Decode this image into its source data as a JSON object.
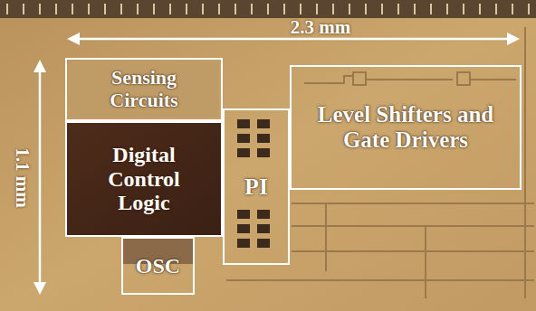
{
  "diagram": {
    "nodes": [
      {
        "text": [
          "Sensing Circuits"
        ]
      },
      {
        "text": [
          "Digital Control Logic"
        ]
      },
      {
        "text": [
          "OSC"
        ]
      },
      {
        "text": [
          "PI"
        ]
      },
      {
        "text": [
          "Level Shifters and Gate Drivers"
        ]
      }
    ],
    "labels": [
      "2.3 mm",
      "1.1 mm"
    ]
  }
}
